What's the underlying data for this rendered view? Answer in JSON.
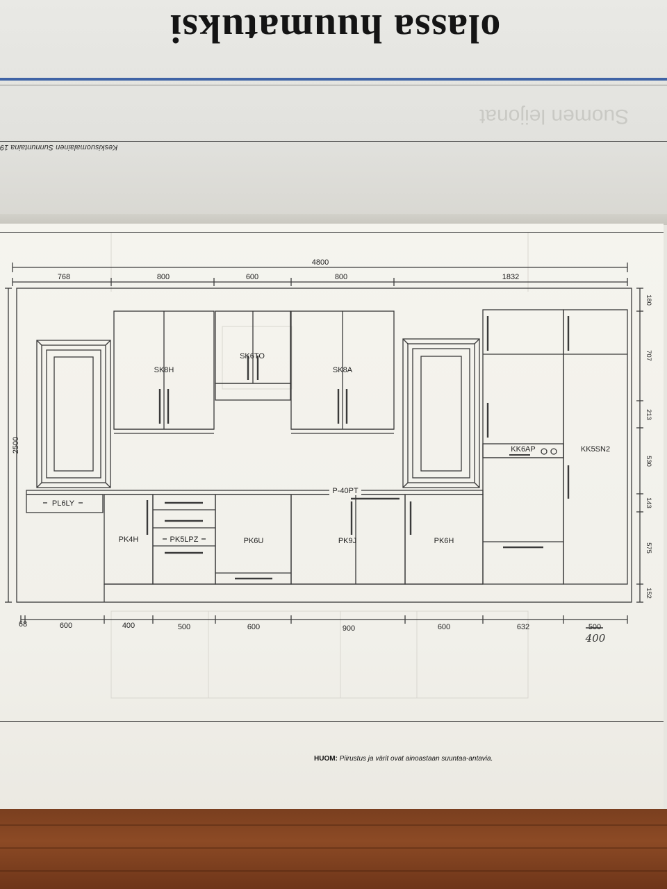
{
  "newspaper": {
    "headline": "olassa huumatuksi",
    "credit": "Keskisuomalainen Sunnuntaina 19",
    "ghost_text": "Suomen leijonat"
  },
  "drawing": {
    "top_total": "4800",
    "top_segments": [
      "768",
      "800",
      "600",
      "800",
      "1832"
    ],
    "left_height": "2500",
    "right_segments": [
      "180",
      "707",
      "213",
      "530",
      "143",
      "575",
      "152"
    ],
    "bottom_segments": [
      "68",
      "600",
      "400",
      "500",
      "600",
      "900",
      "600",
      "632",
      "500"
    ],
    "bottom_handwritten": "400",
    "labels": {
      "sk8h": "SK8H",
      "sk6to": "SK6TO",
      "sk8a": "SK8A",
      "kk6ap": "KK6AP",
      "kk5sn2": "KK5SN2",
      "p40pt": "P-40PT",
      "pl6ly": "PL6LY",
      "pk4h": "PK4H",
      "pk5lpz": "PK5LPZ",
      "pk6u": "PK6U",
      "pk9j": "PK9J",
      "pk6h": "PK6H"
    }
  },
  "note": {
    "label": "HUOM:",
    "text": "Piirustus ja värit ovat ainoastaan suuntaa-antavia."
  },
  "colors": {
    "line": "#3a3a3a",
    "paper": "#f3f2ec",
    "wood": "#7f4220",
    "blue_rule": "#3f63a5"
  }
}
